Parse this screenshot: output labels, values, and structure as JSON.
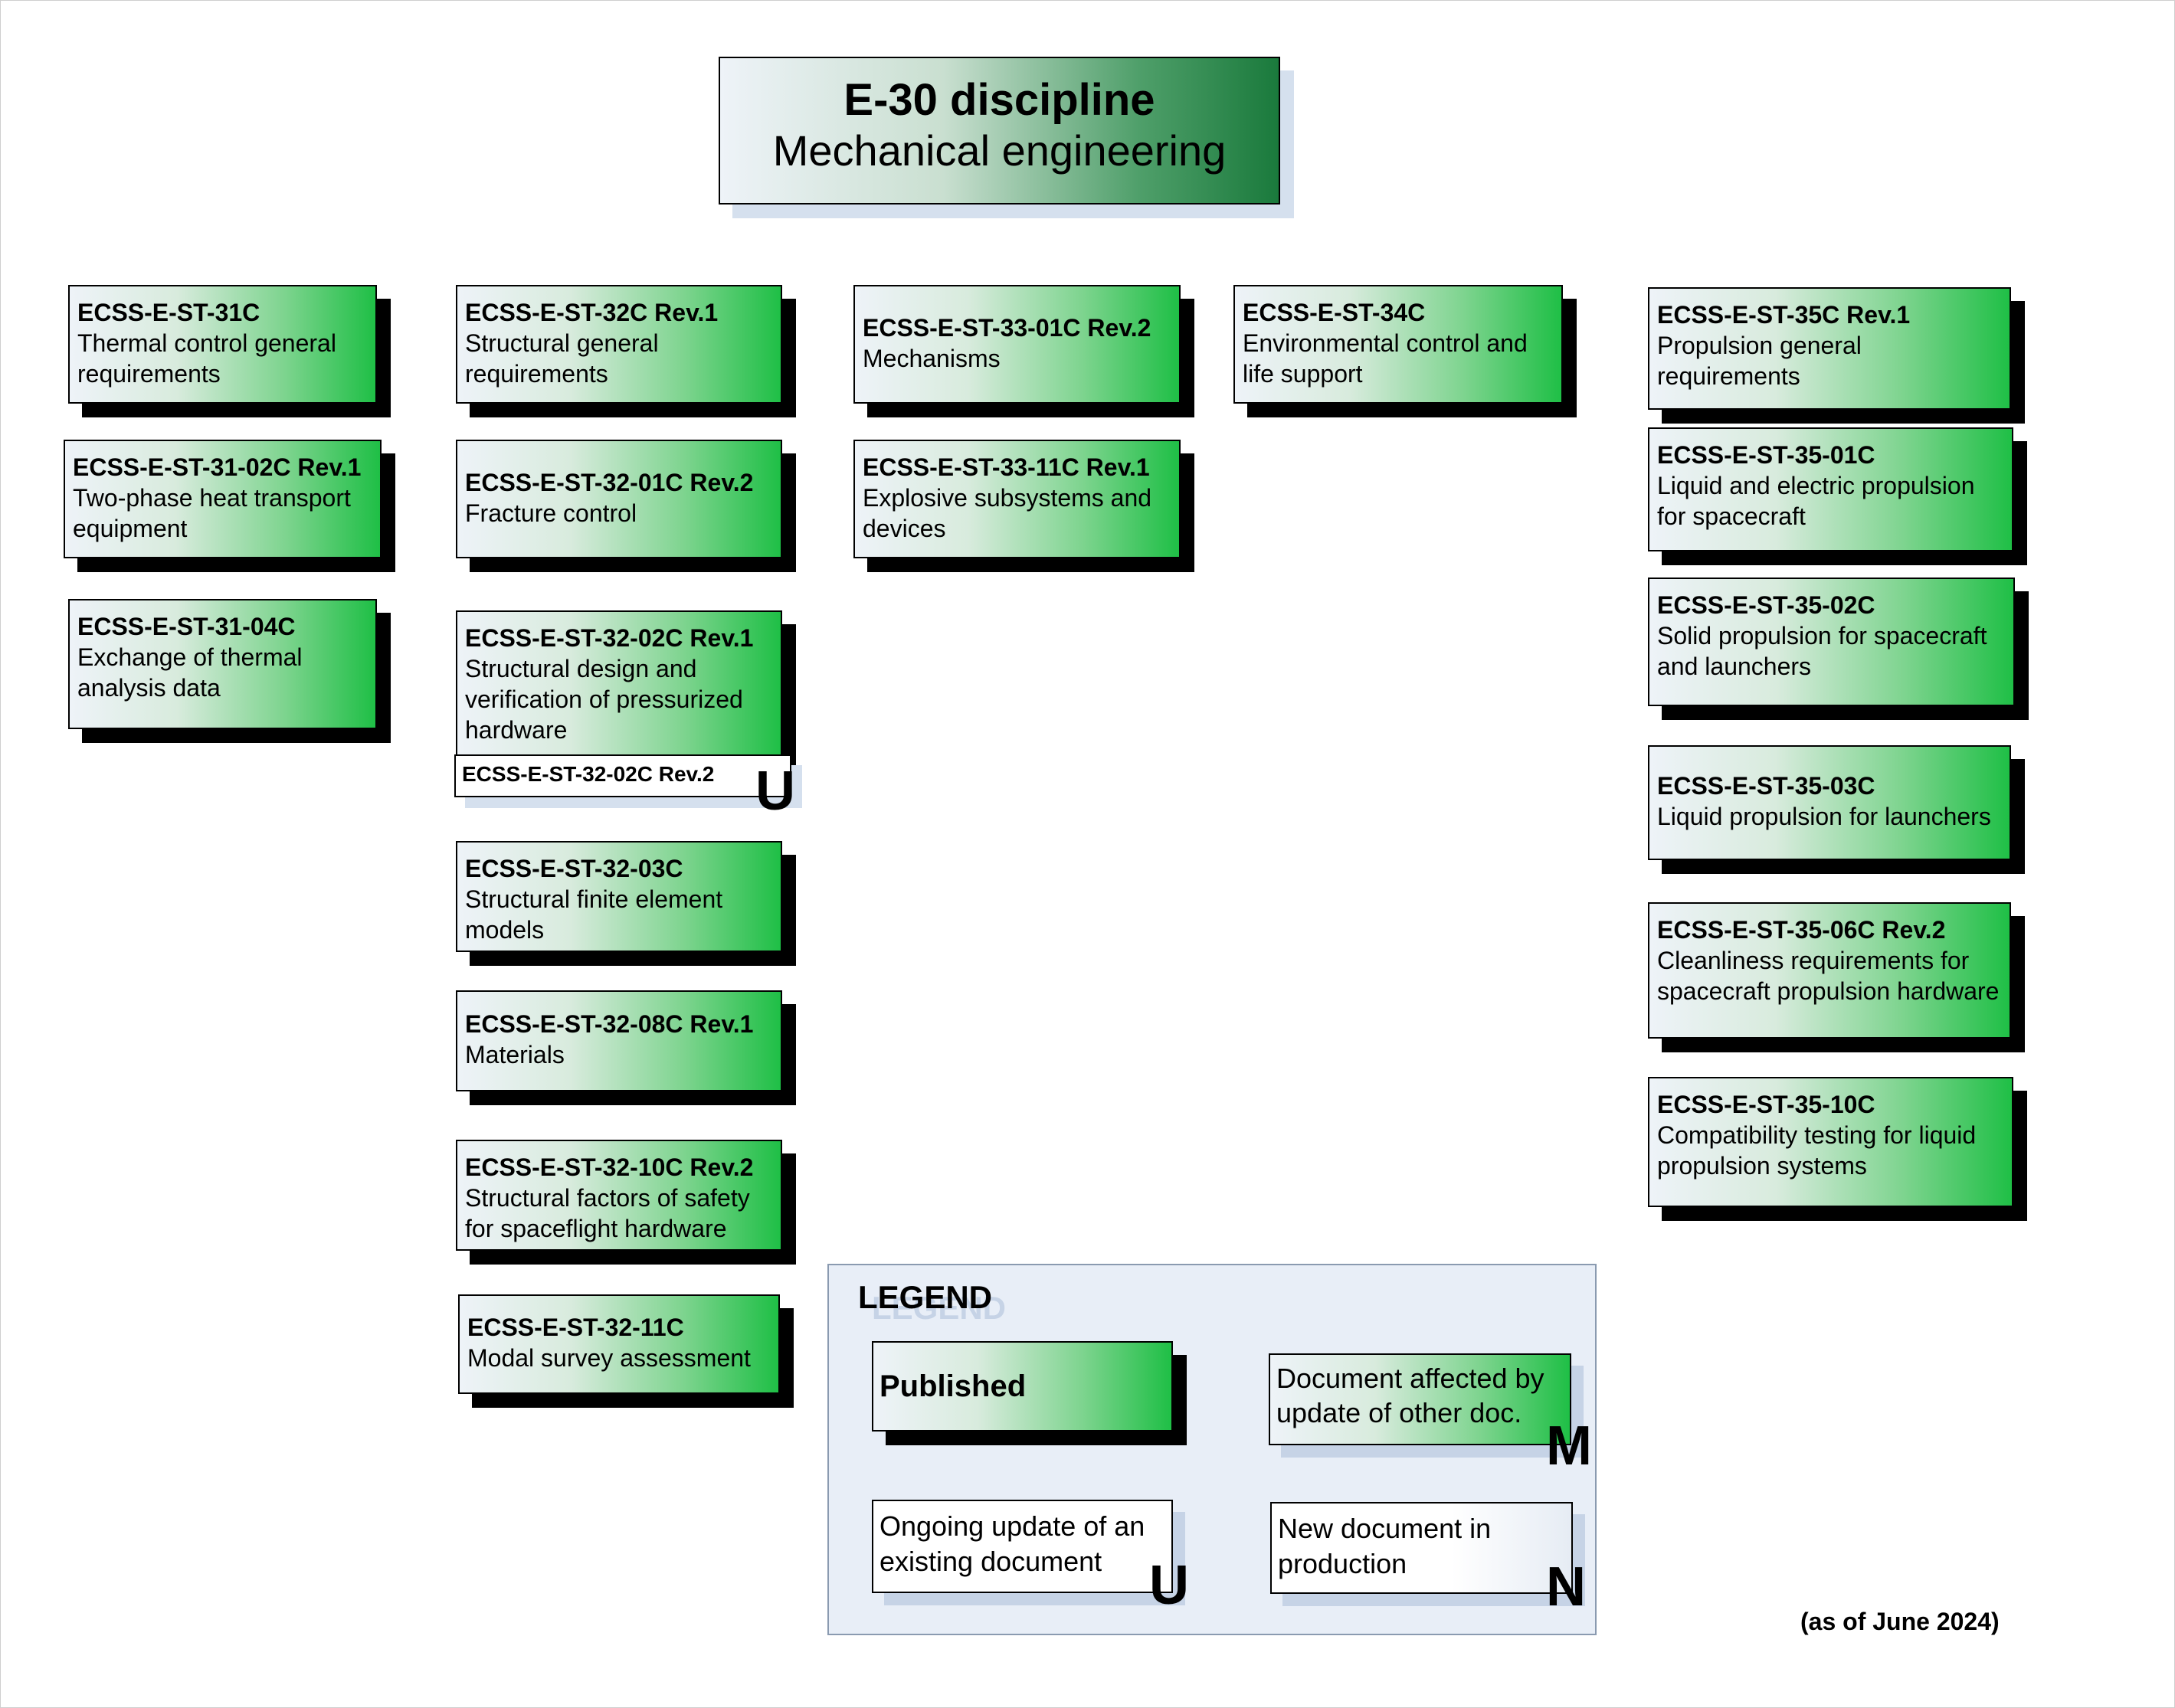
{
  "title": {
    "line1": "E-30 discipline",
    "line2": "Mechanical engineering"
  },
  "col1": [
    {
      "code": "ECSS-E-ST-31C",
      "desc": "Thermal control general requirements"
    },
    {
      "code": "ECSS-E-ST-31-02C Rev.1",
      "desc": "Two-phase heat transport equipment"
    },
    {
      "code": "ECSS-E-ST-31-04C",
      "desc": "Exchange of thermal analysis data"
    }
  ],
  "col2": [
    {
      "code": "ECSS-E-ST-32C Rev.1",
      "desc": "Structural general requirements"
    },
    {
      "code": "ECSS-E-ST-32-01C Rev.2",
      "desc": "Fracture control"
    },
    {
      "code": "ECSS-E-ST-32-02C Rev.1",
      "desc": "Structural design and verification of pressurized hardware"
    },
    {
      "code": "ECSS-E-ST-32-03C",
      "desc": "Structural finite element models"
    },
    {
      "code": "ECSS-E-ST-32-08C Rev.1",
      "desc": "Materials"
    },
    {
      "code": "ECSS-E-ST-32-10C Rev.2",
      "desc": "Structural factors of safety for spaceflight hardware"
    },
    {
      "code": "ECSS-E-ST-32-11C",
      "desc": "Modal survey assessment"
    }
  ],
  "update_32_02": {
    "code": "ECSS-E-ST-32-02C Rev.2",
    "letter": "U"
  },
  "col3": [
    {
      "code": "ECSS-E-ST-33-01C Rev.2",
      "desc": "Mechanisms"
    },
    {
      "code": "ECSS-E-ST-33-11C Rev.1",
      "desc": "Explosive subsystems and devices"
    }
  ],
  "col4": [
    {
      "code": "ECSS-E-ST-34C",
      "desc": "Environmental control and life support"
    }
  ],
  "col5": [
    {
      "code": "ECSS-E-ST-35C Rev.1",
      "desc": "Propulsion general requirements"
    },
    {
      "code": "ECSS-E-ST-35-01C",
      "desc": "Liquid and electric propulsion for spacecraft"
    },
    {
      "code": "ECSS-E-ST-35-02C",
      "desc": "Solid propulsion for spacecraft and launchers"
    },
    {
      "code": "ECSS-E-ST-35-03C",
      "desc": "Liquid propulsion for launchers"
    },
    {
      "code": "ECSS-E-ST-35-06C Rev.2",
      "desc": "Cleanliness requirements for spacecraft propulsion hardware"
    },
    {
      "code": "ECSS-E-ST-35-10C",
      "desc": "Compatibility testing for liquid propulsion systems"
    }
  ],
  "legend": {
    "title": "LEGEND",
    "published": "Published",
    "affected": "Document affected by update of other doc.",
    "affected_letter": "M",
    "ongoing": "Ongoing update of an existing document",
    "ongoing_letter": "U",
    "new_doc": "New document in production",
    "new_letter": "N"
  },
  "as_of": "(as of June 2024)"
}
